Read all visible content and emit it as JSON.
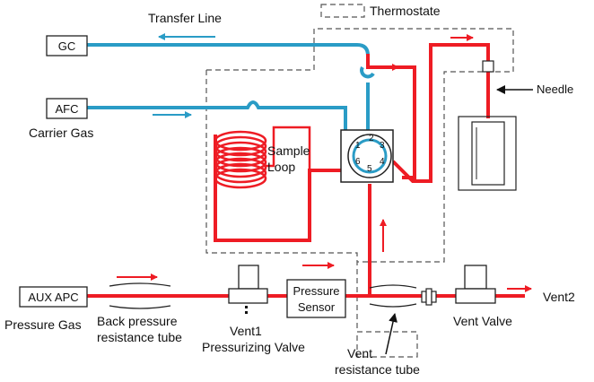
{
  "legend": {
    "thermostat": "Thermostate"
  },
  "labels": {
    "transfer_line": "Transfer Line",
    "carrier_gas": "Carrier Gas",
    "sample_loop_line1": "Sample",
    "sample_loop_line2": "Loop",
    "needle": "Needle",
    "pressure_gas": "Pressure Gas",
    "back_pressure_line1": "Back pressure",
    "back_pressure_line2": "resistance tube",
    "vent1_line1": "Vent1",
    "vent1_line2": "Pressurizing Valve",
    "vent_resistance_line1": "Vent",
    "vent_resistance_line2": "resistance tube",
    "vent_valve": "Vent Valve",
    "vent2": "Vent2"
  },
  "boxes": {
    "gc": "GC",
    "afc": "AFC",
    "aux_apc": "AUX APC",
    "pressure_sensor_line1": "Pressure",
    "pressure_sensor_line2": "Sensor"
  },
  "valve_ports": [
    "1",
    "2",
    "3",
    "4",
    "5",
    "6"
  ],
  "colors": {
    "carrier_line": "#2a9cc6",
    "pressure_line": "#ee1c24",
    "box_stroke": "#222222",
    "dashed": "#555555"
  }
}
